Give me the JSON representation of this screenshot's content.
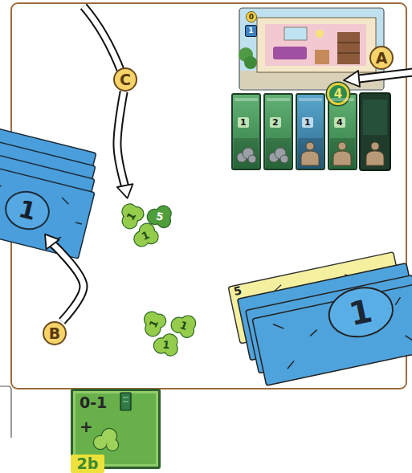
{
  "diagram": {
    "nodes": [
      {
        "text": [
          "C"
        ]
      },
      {
        "text": [
          "0"
        ]
      },
      {
        "text": [
          "1"
        ]
      },
      {
        "text": [
          "A"
        ]
      },
      {
        "text": [
          "4"
        ]
      },
      {
        "text": [
          "1"
        ]
      },
      {
        "text": [
          "2"
        ]
      },
      {
        "text": [
          "1"
        ]
      },
      {
        "text": [
          "4"
        ]
      },
      {
        "text": [
          "1"
        ]
      },
      {
        "text": [
          "1"
        ]
      },
      {
        "text": [
          "5"
        ]
      },
      {
        "text": [
          "1"
        ]
      },
      {
        "text": [
          "B"
        ]
      },
      {
        "text": [
          "1"
        ]
      },
      {
        "text": [
          "1"
        ]
      },
      {
        "text": [
          "1"
        ]
      },
      {
        "text": [
          "5"
        ]
      },
      {
        "text": [
          "1"
        ]
      },
      {
        "text": [
          "0-1",
          "+"
        ]
      },
      {
        "text": [
          "2b"
        ]
      }
    ],
    "edges": [
      {
        "from": 0,
        "to": 10,
        "arrow": "to"
      },
      {
        "from": 13,
        "to": 9,
        "arrow": "to"
      }
    ]
  }
}
